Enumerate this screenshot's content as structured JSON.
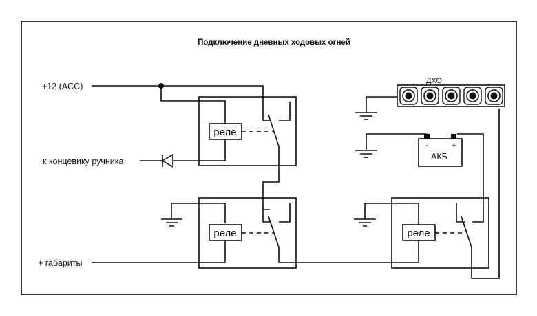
{
  "title": "Подключение дневных ходовых огней",
  "inputs": {
    "acc": "+12 (ACC)",
    "handbrake": "к концевику ручника",
    "parking_lights": "+ габариты"
  },
  "relays": [
    {
      "id": "relay-1",
      "label": "реле"
    },
    {
      "id": "relay-2",
      "label": "реле"
    },
    {
      "id": "relay-3",
      "label": "реле"
    }
  ],
  "drl": {
    "label": "ДХО",
    "lamp_count": 5
  },
  "battery": {
    "label": "АКБ",
    "minus": "-",
    "plus": "+"
  }
}
